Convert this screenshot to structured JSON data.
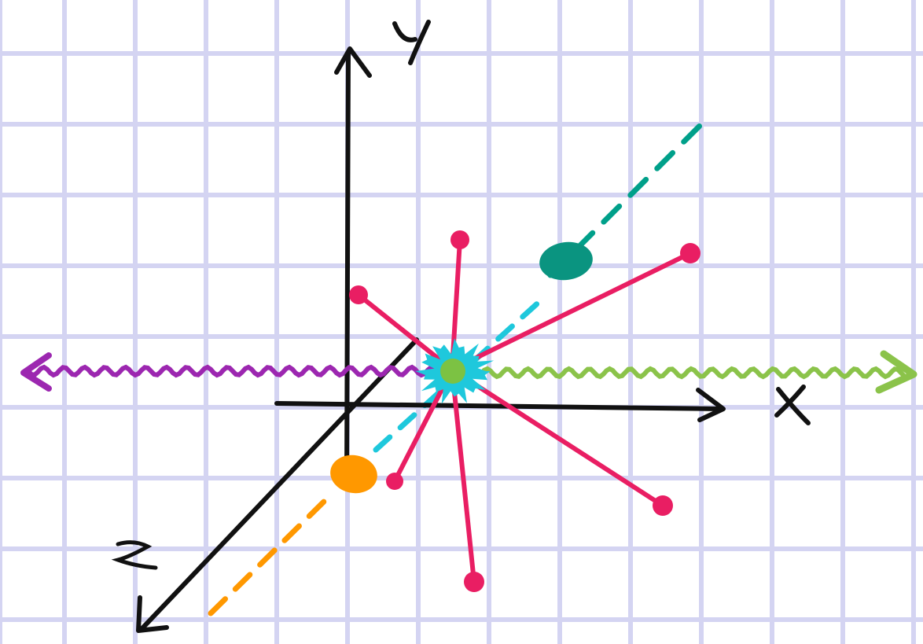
{
  "axes": {
    "x_label": "X",
    "y_label": "Y",
    "z_label": "Z"
  },
  "colors": {
    "paper": "#ffffff",
    "grid": "#d4d4f2",
    "axis": "#111111",
    "spoke": "#e91e63",
    "purple_wave": "#9c27b0",
    "green_wave": "#8bc34a",
    "teal_dash": "#00a08a",
    "cyan_dash": "#1ec8dc",
    "orange_dash": "#ff9800",
    "teal_blob": "#0a9480",
    "orange_blob": "#ff9800",
    "cyan_burst": "#1ec8dc",
    "green_dot": "#7cc243"
  }
}
